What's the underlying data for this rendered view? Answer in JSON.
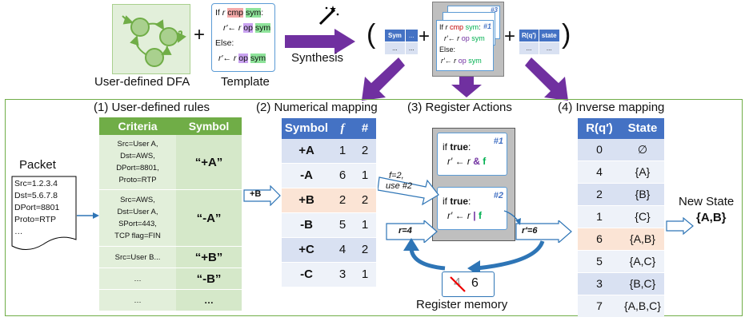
{
  "top": {
    "dfa_label": "User-defined DFA",
    "template_label": "Template",
    "synthesis_label": "Synthesis",
    "plus": "+",
    "template_lines": [
      {
        "a": "If ",
        "r": "r",
        "b": " ",
        "cmp": "cmp",
        "c": " ",
        "sym": "sym",
        "d": ":"
      },
      {
        "a": "r′← r ",
        "op": "op",
        "b": " ",
        "sym": "sym"
      },
      {
        "a": "Else:"
      },
      {
        "a": "r′← r ",
        "op": "op",
        "b": " ",
        "sym": "sym"
      }
    ],
    "sym_table": {
      "h1": "Sym",
      "h2": "...",
      "r1": "...",
      "r2": "..."
    },
    "r_table": {
      "h1": "R(q′)",
      "h2": "state",
      "r1": "...",
      "r2": "..."
    },
    "card_tags": [
      "#1",
      "#3"
    ],
    "paren_open": "(",
    "paren_close": ")"
  },
  "rules": {
    "title": "(1) User-defined rules",
    "headers": [
      "Criteria",
      "Symbol"
    ],
    "rows": [
      {
        "criteria": [
          "Src=User A,",
          "Dst=AWS,",
          "DPort=8801,",
          "Proto=RTP"
        ],
        "symbol": "“+A”"
      },
      {
        "criteria": [
          "Src=AWS,",
          "Dst=User A,",
          "SPort=443,",
          "TCP flag=FIN"
        ],
        "symbol": "“-A”"
      },
      {
        "criteria": [
          "Src=User B..."
        ],
        "symbol": "“+B”"
      },
      {
        "criteria": [
          "…"
        ],
        "symbol": "“-B”"
      },
      {
        "criteria": [
          "…"
        ],
        "symbol": "…"
      }
    ]
  },
  "packet": {
    "label": "Packet",
    "lines": [
      "Src=1.2.3.4",
      "Dst=5.6.7.8",
      "DPort=8801",
      "Proto=RTP",
      "…"
    ]
  },
  "mapping": {
    "title": "(2) Numerical mapping",
    "headers": [
      "Symbol",
      "f",
      "#"
    ],
    "rows": [
      [
        "+A",
        "1",
        "2"
      ],
      [
        "-A",
        "6",
        "1"
      ],
      [
        "+B",
        "2",
        "2"
      ],
      [
        "-B",
        "5",
        "1"
      ],
      [
        "+C",
        "4",
        "2"
      ],
      [
        "-C",
        "3",
        "1"
      ]
    ],
    "arrow_label": "+B"
  },
  "actions": {
    "title": "(3) Register Actions",
    "action1": {
      "tag": "#1",
      "line1_a": "if ",
      "line1_kw": "true",
      "line1_b": ":",
      "line2_a": "r′ ← r ",
      "op": "&",
      "line2_b": " ",
      "f": "f"
    },
    "action2": {
      "tag": "#2",
      "line1_a": "if ",
      "line1_kw": "true",
      "line1_b": ":",
      "line2_a": "r′ ← r ",
      "op": "|",
      "line2_b": " ",
      "f": "f"
    },
    "call_label_1": "f=2,",
    "call_label_2": "use #2",
    "r_in": "r=4",
    "r_out": "r′=6",
    "memory_old": "4",
    "memory_new": "6",
    "memory_label": "Register memory"
  },
  "inverse": {
    "title": "(4) Inverse mapping",
    "headers": [
      "R(q′)",
      "State"
    ],
    "rows": [
      [
        "0",
        "∅"
      ],
      [
        "4",
        "{A}"
      ],
      [
        "2",
        "{B}"
      ],
      [
        "1",
        "{C}"
      ],
      [
        "6",
        "{A,B}"
      ],
      [
        "5",
        "{A,C}"
      ],
      [
        "3",
        "{B,C}"
      ],
      [
        "7",
        "{A,B,C}"
      ]
    ],
    "new_state_label": "New State",
    "new_state_value": "{A,B}"
  },
  "colors": {
    "green_dark": "#70ad47",
    "green_light": "#e2efda",
    "blue_dark": "#4472c4",
    "blue_light": "#d9e1f2",
    "highlight": "#fbe4d5",
    "purple_arrow": "#7030a0",
    "frame_green": "#70ad47"
  }
}
